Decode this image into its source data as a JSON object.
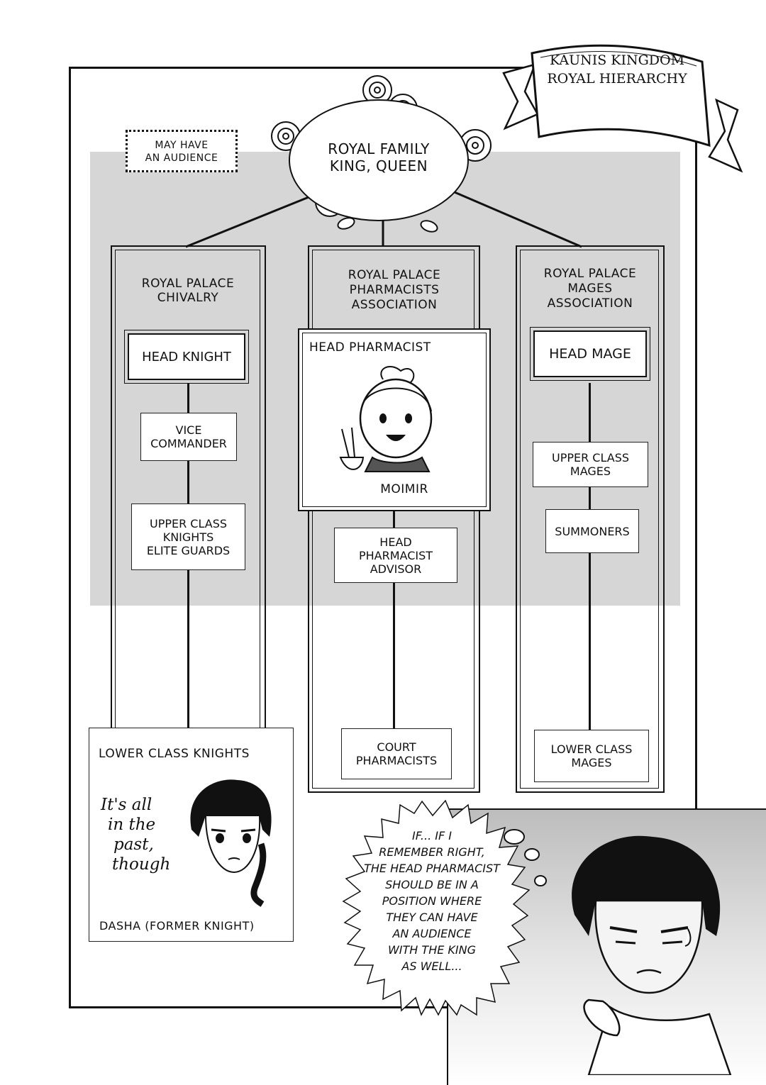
{
  "banner": {
    "line1": "KAUNIS KINGDOM",
    "line2": "ROYAL HIERARCHY"
  },
  "audience_note": {
    "line1": "MAY HAVE",
    "line2": "AN AUDIENCE"
  },
  "royal_family": {
    "line1": "ROYAL FAMILY",
    "line2": "KING, QUEEN"
  },
  "chivalry": {
    "title_1": "ROYAL PALACE",
    "title_2": "CHIVALRY",
    "head": "HEAD KNIGHT",
    "vice_1": "VICE",
    "vice_2": "COMMANDER",
    "upper_1": "UPPER CLASS",
    "upper_2": "KNIGHTS",
    "upper_3": "ELITE GUARDS",
    "lower": "LOWER CLASS KNIGHTS",
    "aside_1": "It's all",
    "aside_2": "in the",
    "aside_3": "past,",
    "aside_4": "though",
    "character": "DASHA (FORMER KNIGHT)"
  },
  "pharmacists": {
    "title_1": "ROYAL PALACE",
    "title_2": "PHARMACISTS",
    "title_3": "ASSOCIATION",
    "head": "HEAD PHARMACIST",
    "character": "MOIMIR",
    "advisor_1": "HEAD",
    "advisor_2": "PHARMACIST",
    "advisor_3": "ADVISOR",
    "court_1": "COURT",
    "court_2": "PHARMACISTS"
  },
  "mages": {
    "title_1": "ROYAL PALACE",
    "title_2": "MAGES",
    "title_3": "ASSOCIATION",
    "head": "HEAD MAGE",
    "upper_1": "UPPER CLASS",
    "upper_2": "MAGES",
    "summoners": "SUMMONERS",
    "lower_1": "LOWER CLASS",
    "lower_2": "MAGES"
  },
  "thought": {
    "lines": [
      "IF... IF I",
      "REMEMBER RIGHT,",
      "THE HEAD PHARMACIST",
      "SHOULD BE IN A",
      "POSITION WHERE",
      "THEY CAN HAVE",
      "AN AUDIENCE",
      "WITH THE KING",
      "AS WELL..."
    ]
  },
  "colors": {
    "ink": "#111111",
    "screentone": "#d6d6d6",
    "paper": "#ffffff"
  }
}
